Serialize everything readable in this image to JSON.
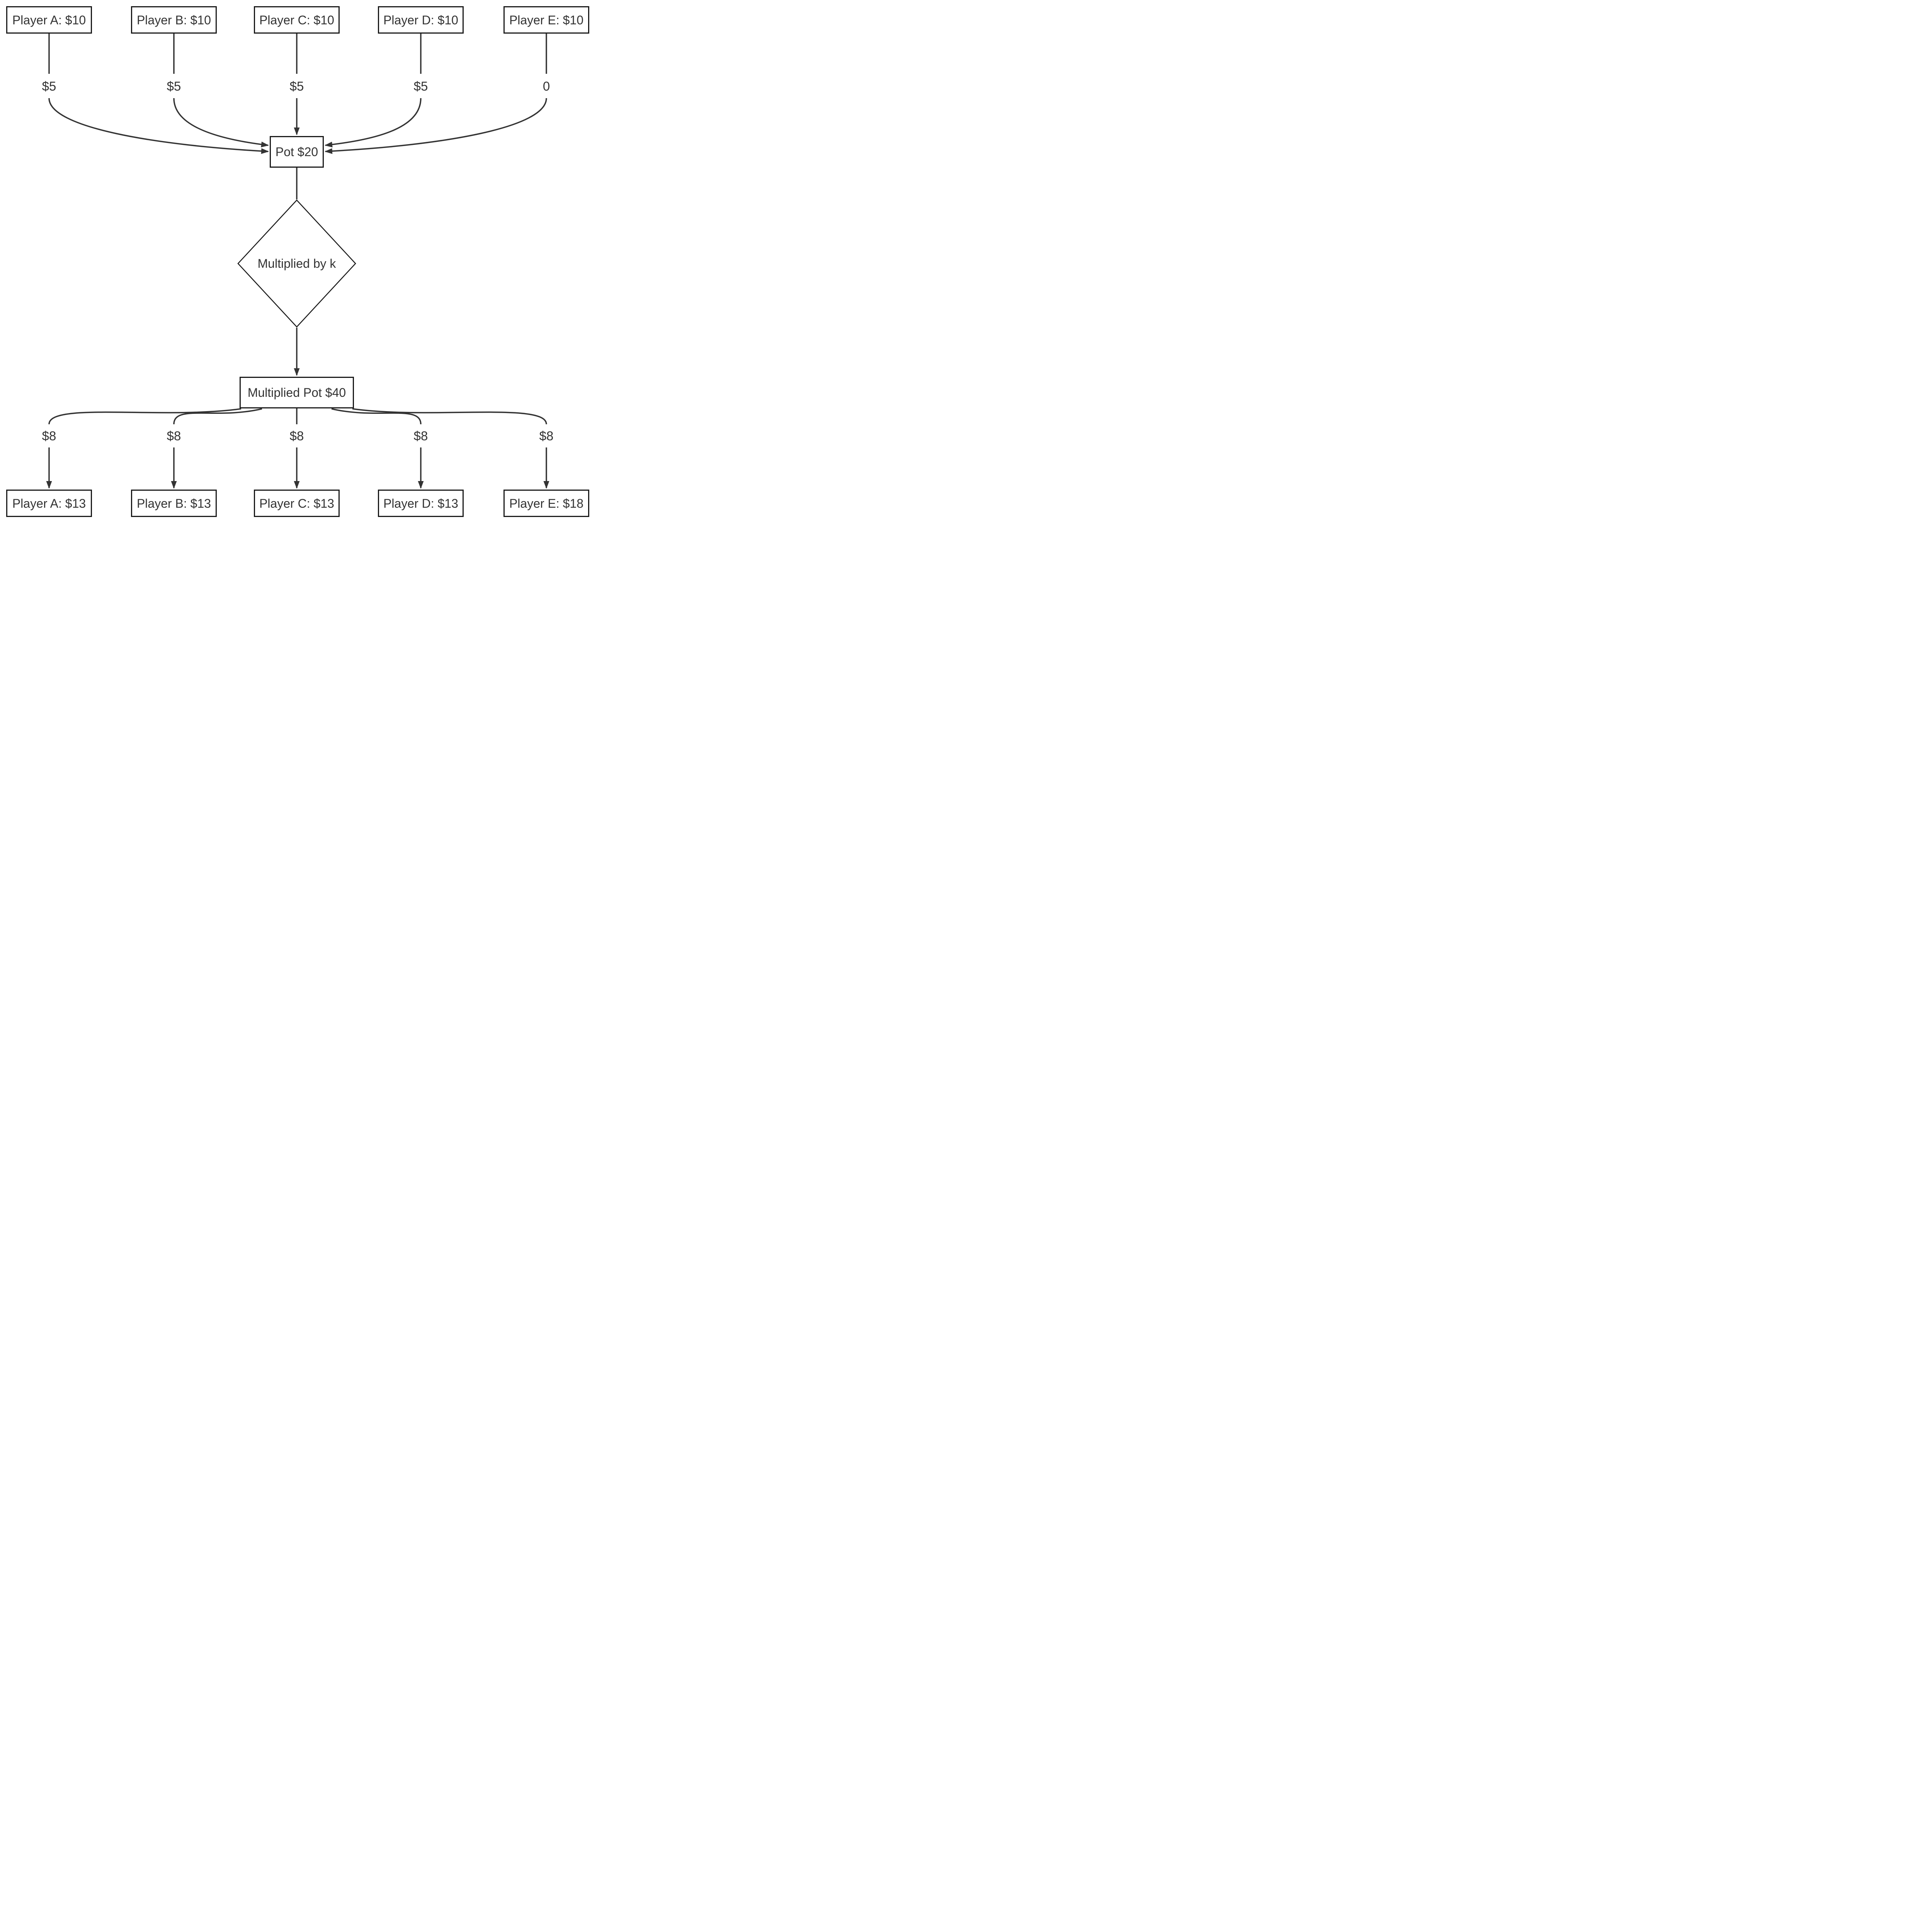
{
  "diagram": {
    "players_before": [
      {
        "label": "Player A: $10"
      },
      {
        "label": "Player B: $10"
      },
      {
        "label": "Player C: $10"
      },
      {
        "label": "Player D: $10"
      },
      {
        "label": "Player E: $10"
      }
    ],
    "contribution_labels": [
      "$5",
      "$5",
      "$5",
      "$5",
      "0"
    ],
    "pot": {
      "label": "Pot $20"
    },
    "multiplier": {
      "label": "Multiplied by k"
    },
    "multiplied_pot": {
      "label": "Multiplied Pot $40"
    },
    "payout_labels": [
      "$8",
      "$8",
      "$8",
      "$8",
      "$8"
    ],
    "players_after": [
      {
        "label": "Player A: $13"
      },
      {
        "label": "Player B: $13"
      },
      {
        "label": "Player C: $13"
      },
      {
        "label": "Player D: $13"
      },
      {
        "label": "Player E: $18"
      }
    ],
    "colors": {
      "edge": "#333333",
      "node_border": "#1a1a1a",
      "text": "#333333",
      "background": "#ffffff"
    }
  }
}
